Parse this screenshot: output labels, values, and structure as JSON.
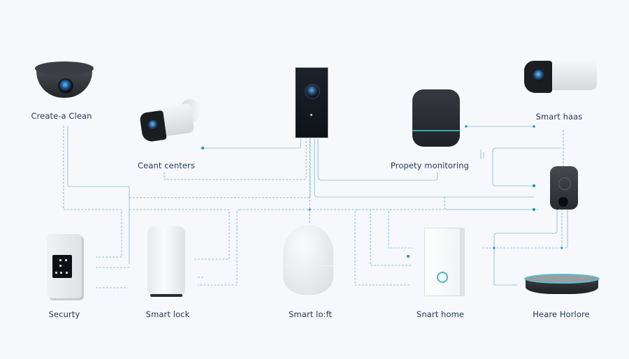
{
  "diagram": {
    "type": "smart-home device network",
    "accent_color": "#2a9bb0",
    "label_color": "#1f3550",
    "background_color": "#f7f8fc"
  },
  "devices": [
    {
      "id": "dome-camera",
      "label": "Create-a Clean",
      "icon": "dome-camera-icon"
    },
    {
      "id": "bullet-camera-left",
      "label": "Ceant centers",
      "icon": "bullet-camera-icon"
    },
    {
      "id": "video-doorbell",
      "label": "",
      "icon": "video-doorbell-icon"
    },
    {
      "id": "hub",
      "label": "Propety monitoring",
      "icon": "hub-icon"
    },
    {
      "id": "bullet-camera-right",
      "label": "Smart haas",
      "icon": "bullet-camera-icon"
    },
    {
      "id": "motion-sensor",
      "label": "",
      "icon": "motion-sensor-icon"
    },
    {
      "id": "security-panel",
      "label": "Securty",
      "icon": "security-panel-icon"
    },
    {
      "id": "cylinder-speaker",
      "label": "Smart lock",
      "icon": "cylinder-device-icon"
    },
    {
      "id": "egg-speaker",
      "label": "Smart lo:ft",
      "icon": "smart-speaker-icon"
    },
    {
      "id": "wall-box",
      "label": "Snart home",
      "icon": "wall-switch-icon"
    },
    {
      "id": "puck-hub",
      "label": "Heare Horlore",
      "icon": "puck-hub-icon"
    }
  ]
}
